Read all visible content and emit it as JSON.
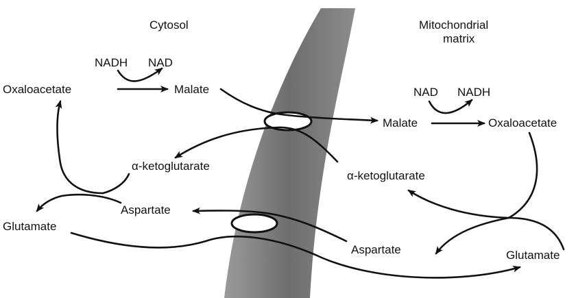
{
  "compartments": {
    "cytosol": "Cytosol",
    "matrix_line1": "Mitochondrial",
    "matrix_line2": "matrix"
  },
  "cytosol": {
    "nadh": "NADH",
    "nad": "NAD",
    "oxaloacetate": "Oxaloacetate",
    "malate": "Malate",
    "alpha_ketoglutarate": "α-ketoglutarate",
    "aspartate": "Aspartate",
    "glutamate": "Glutamate"
  },
  "matrix": {
    "nad": "NAD",
    "nadh": "NADH",
    "malate": "Malate",
    "oxaloacetate": "Oxaloacetate",
    "alpha_ketoglutarate": "α-ketoglutarate",
    "aspartate": "Aspartate",
    "glutamate": "Glutamate"
  },
  "colors": {
    "ink": "#111111",
    "membrane": "#7a7a7a",
    "background": "#ffffff"
  }
}
